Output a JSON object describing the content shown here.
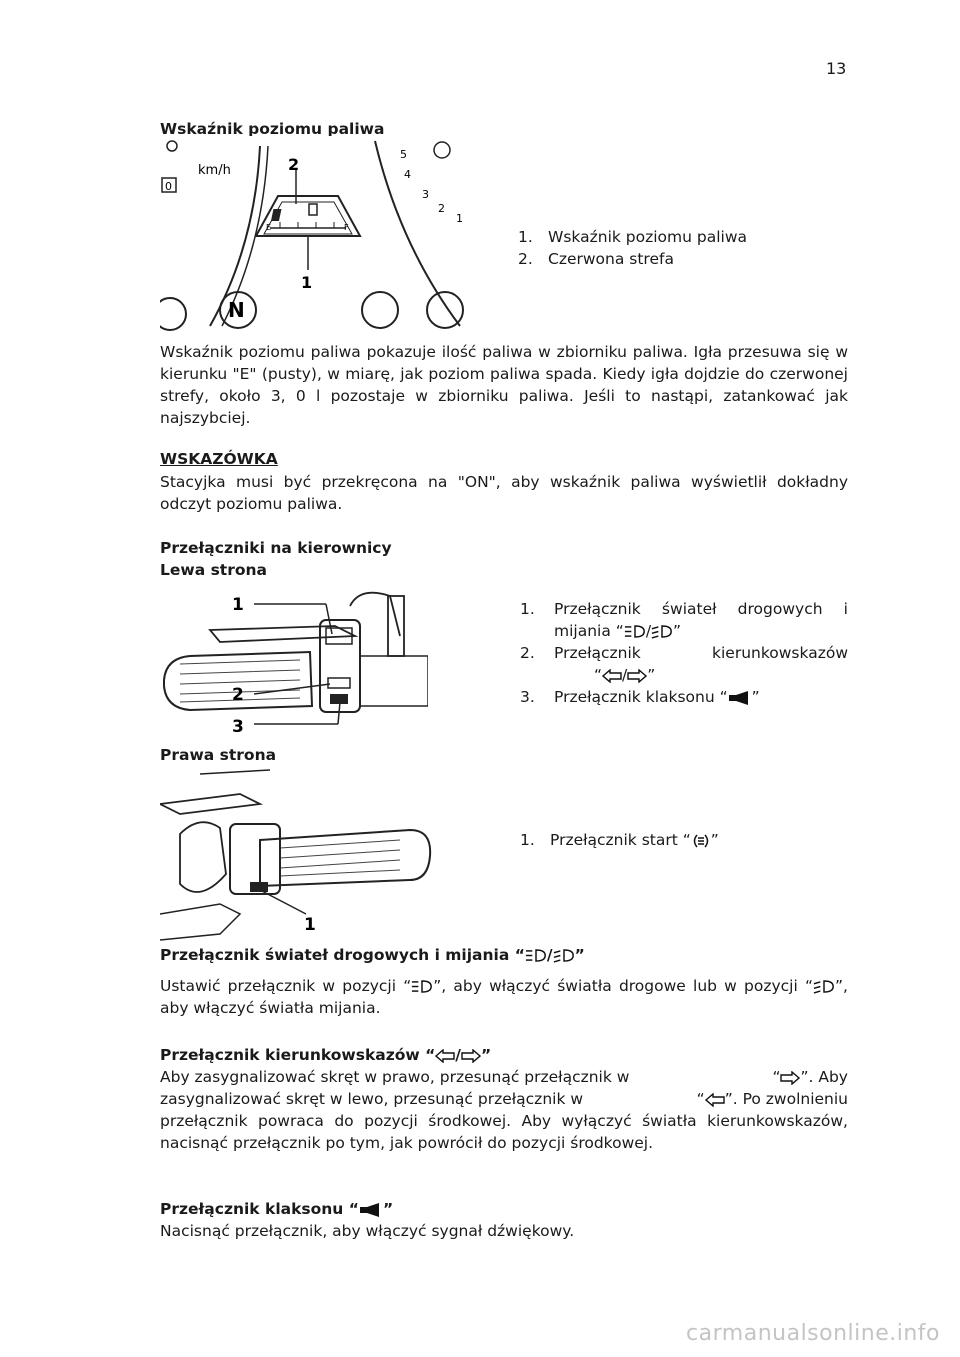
{
  "page_number": "13",
  "fuel": {
    "heading": "Wskaźnik poziomu paliwa",
    "figure": {
      "callout_1": "1",
      "callout_2": "2",
      "speed_unit": "km/h",
      "neutral": "N",
      "gauge_e": "E",
      "gauge_f": "F",
      "tach_5": "5",
      "tach_4": "4",
      "tach_3": "3",
      "tach_2": "2",
      "tach_1": "1",
      "odo_digit": "0"
    },
    "legend": [
      {
        "num": "1.",
        "text": "Wskaźnik poziomu paliwa"
      },
      {
        "num": "2.",
        "text": "Czerwona strefa"
      }
    ],
    "paragraph": "Wskaźnik poziomu paliwa pokazuje ilość paliwa w zbiorniku paliwa. Igła przesuwa się w kierunku \"E\" (pusty), w miarę, jak poziom paliwa spada. Kiedy igła dojdzie do czerwonej strefy, około 3, 0 l pozostaje w zbiorniku paliwa. Jeśli to nastąpi, zatankować jak najszybciej."
  },
  "note": {
    "heading": "WSKAZÓWKA",
    "text": "Stacyjka musi być przekręcona na \"ON\", aby wskaźnik paliwa wyświetlił dokładny odczyt poziomu paliwa."
  },
  "handlebar": {
    "heading": "Przełączniki na kierownicy",
    "left_heading": "Lewa strona",
    "left_figure": {
      "callout_1": "1",
      "callout_2": "2",
      "callout_3": "3"
    },
    "left_legend": [
      {
        "num": "1.",
        "text_a": "Przełącznik świateł drogowych i",
        "text_b": "mijania"
      },
      {
        "num": "2.",
        "text_a": "Przełącznik",
        "text_b": "kierunkowskazów"
      },
      {
        "num": "3.",
        "text": "Przełącznik klaksonu"
      }
    ],
    "right_heading": "Prawa strona",
    "right_figure": {
      "callout_1": "1"
    },
    "right_legend": [
      {
        "num": "1.",
        "text": "Przełącznik start"
      }
    ]
  },
  "lights": {
    "heading": "Przełącznik świateł drogowych i mijania",
    "text_1": "Ustawić przełącznik w pozycji",
    "text_2": ", aby włączyć światła drogowe lub w pozycji",
    "text_3": ", aby włączyć światła mijania."
  },
  "turn": {
    "heading": "Przełącznik kierunkowskazów",
    "line1_a": "Aby zasygnalizować skręt w prawo, przesunąć przełącznik w",
    "line1_b": ". Aby",
    "line2_a": "zasygnalizować skręt w lewo, przesunąć przełącznik w",
    "line2_b": ". Po zwolnieniu",
    "rest": "przełącznik powraca do pozycji środkowej. Aby wyłączyć światła kierunkowskazów, nacisnąć przełącznik po tym, jak powrócił do pozycji środkowej."
  },
  "horn": {
    "heading": "Przełącznik klaksonu",
    "text": "Nacisnąć przełącznik, aby włączyć sygnał dźwiękowy."
  },
  "symbols": {
    "open_quote": "“",
    "close_quote": "”",
    "slash": "/"
  },
  "watermark": "carmanualsonline.info"
}
